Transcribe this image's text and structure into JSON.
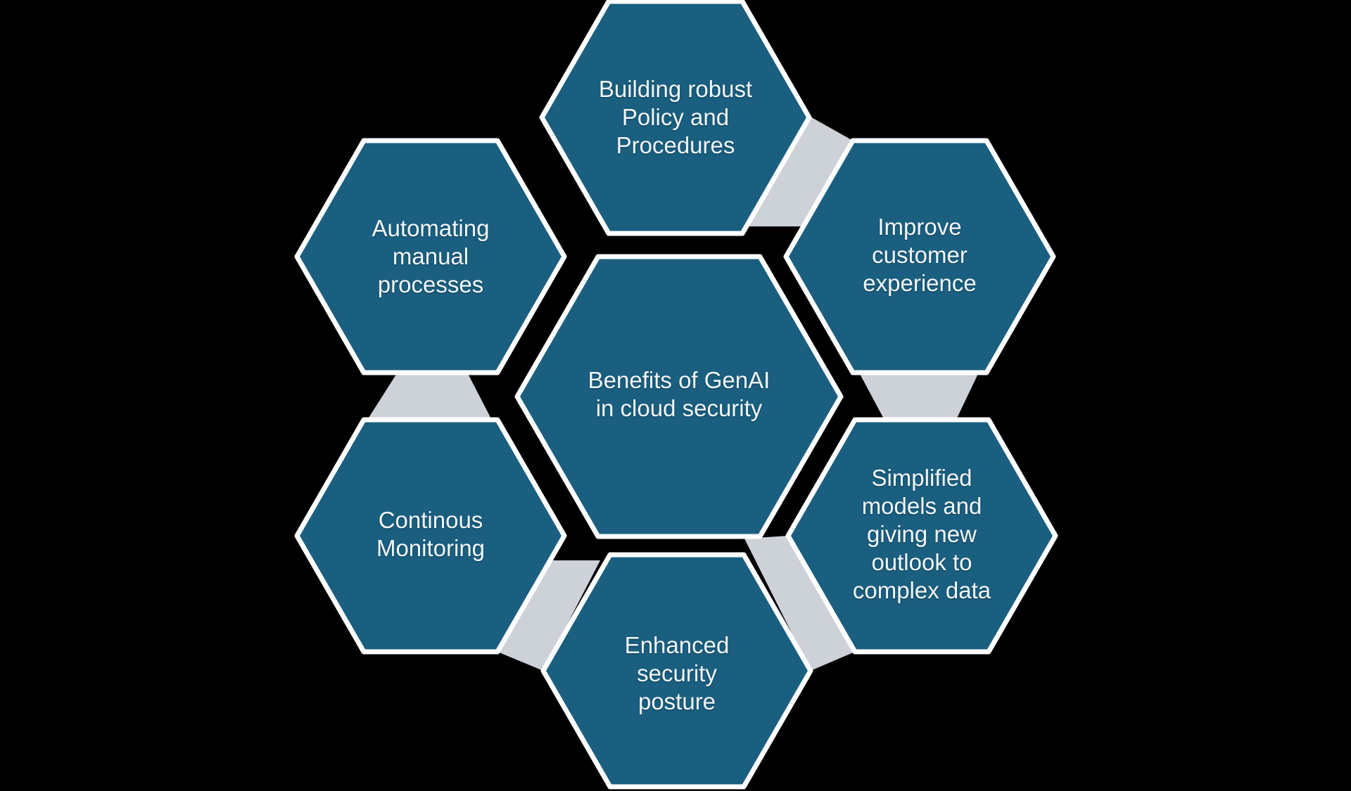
{
  "diagram": {
    "colors": {
      "hexagon_fill": "#1a5f80",
      "connector_fill": "#cdd1d8",
      "stroke": "#ffffff",
      "text": "#f2f7fa",
      "background": "#000000"
    },
    "nodes": {
      "center": {
        "lines": [
          "Benefits of GenAI",
          "in cloud security"
        ]
      },
      "top": {
        "lines": [
          "Building robust",
          "Policy and",
          "Procedures"
        ]
      },
      "top_left": {
        "lines": [
          "Automating",
          "manual",
          "processes"
        ]
      },
      "top_right": {
        "lines": [
          "Improve",
          "customer",
          "experience"
        ]
      },
      "bottom_left": {
        "lines": [
          "Continous",
          "Monitoring"
        ]
      },
      "bottom_right": {
        "lines": [
          "Simplified",
          "models and",
          "giving new",
          "outlook to",
          "complex data"
        ]
      },
      "bottom": {
        "lines": [
          "Enhanced",
          "security",
          "posture"
        ]
      }
    }
  }
}
